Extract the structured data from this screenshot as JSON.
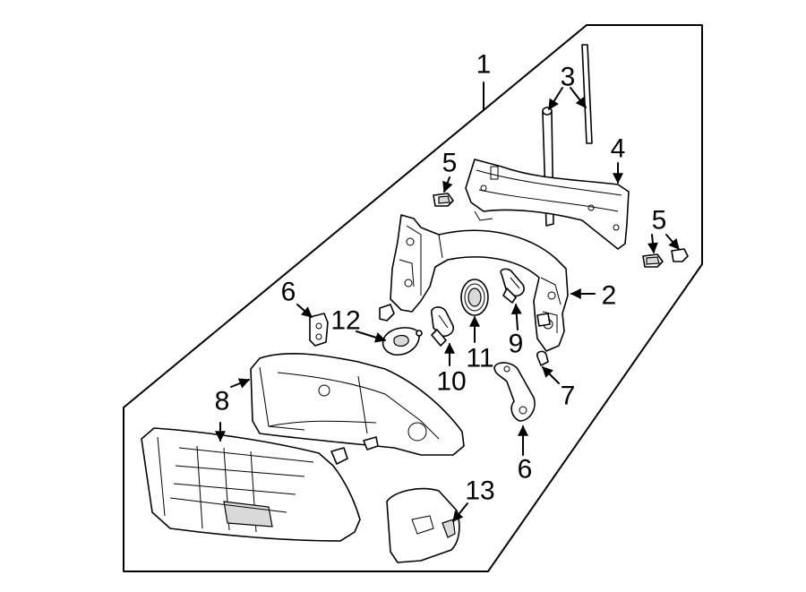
{
  "callouts": {
    "c1": "1",
    "c2": "2",
    "c3": "3",
    "c4": "4",
    "c5a": "5",
    "c5b": "5",
    "c6a": "6",
    "c6b": "6",
    "c7": "7",
    "c8a": "8",
    "c8b": "8",
    "c9": "9",
    "c10": "10",
    "c11": "11",
    "c12": "12",
    "c13": "13"
  }
}
